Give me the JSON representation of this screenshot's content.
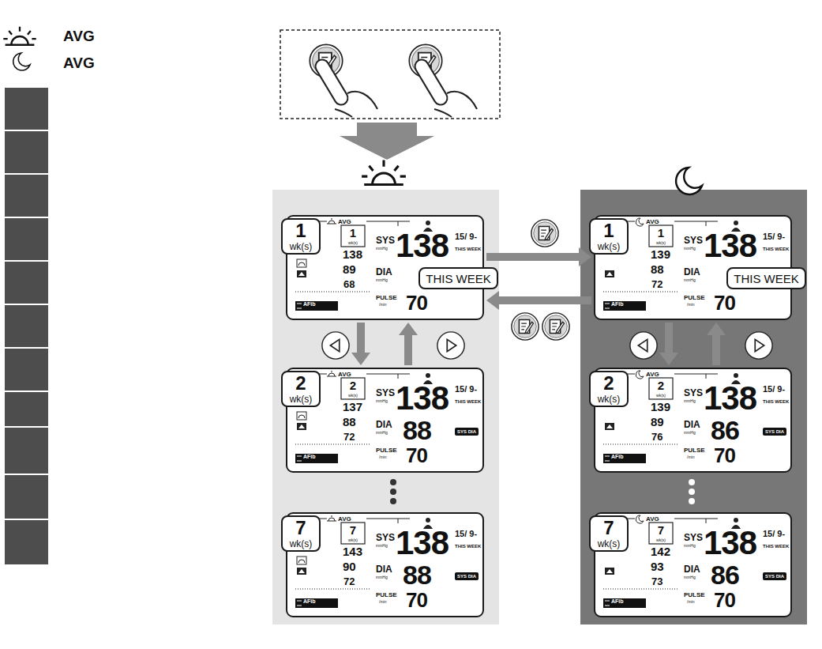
{
  "diagram": {
    "nodes": [
      {
        "text": [
          "AVG",
          "1",
          "wk(s)",
          "138",
          "89",
          "68",
          "SYS",
          "mmHg",
          "138",
          "15/ 9-",
          "THIS WEEK",
          "DIA",
          "mmHg",
          "PULSE",
          "/min",
          "70",
          "AFib"
        ]
      },
      {
        "text": [
          "1",
          "wk(s)"
        ]
      },
      {
        "text": [
          "THIS WEEK"
        ]
      },
      {
        "text": [
          "AVG",
          "2",
          "wk(s)",
          "137",
          "88",
          "72",
          "SYS",
          "mmHg",
          "138",
          "15/ 9-",
          "THIS WEEK",
          "DIA",
          "mmHg",
          "PULSE",
          "/min",
          "70",
          "AFib",
          "88",
          "SYS DIA"
        ]
      },
      {
        "text": [
          "2",
          "wk(s)"
        ]
      },
      {
        "text": [
          "AVG",
          "7",
          "wk(s)",
          "143",
          "90",
          "72",
          "SYS",
          "mmHg",
          "138",
          "15/ 9-",
          "THIS WEEK",
          "DIA",
          "mmHg",
          "PULSE",
          "/min",
          "70",
          "AFib",
          "88",
          "SYS DIA"
        ]
      },
      {
        "text": [
          "7",
          "wk(s)"
        ]
      },
      {
        "text": [
          "AVG",
          "1",
          "wk(s)",
          "139",
          "88",
          "72",
          "SYS",
          "mmHg",
          "138",
          "15/ 9-",
          "THIS WEEK",
          "DIA",
          "mmHg",
          "PULSE",
          "/min",
          "70",
          "AFib"
        ]
      },
      {
        "text": [
          "1",
          "wk(s)"
        ]
      },
      {
        "text": [
          "THIS WEEK"
        ]
      },
      {
        "text": [
          "AVG",
          "2",
          "wk(s)",
          "139",
          "89",
          "76",
          "SYS",
          "mmHg",
          "138",
          "15/ 9-",
          "THIS WEEK",
          "DIA",
          "mmHg",
          "PULSE",
          "/min",
          "70",
          "AFib",
          "86",
          "SYS DIA"
        ]
      },
      {
        "text": [
          "2",
          "wk(s)"
        ]
      },
      {
        "text": [
          "AVG",
          "7",
          "wk(s)",
          "142",
          "93",
          "73",
          "SYS",
          "mmHg",
          "138",
          "15/ 9-",
          "THIS WEEK",
          "DIA",
          "mmHg",
          "PULSE",
          "/min",
          "70",
          "AFib",
          "86",
          "SYS DIA"
        ]
      },
      {
        "text": [
          "7",
          "wk(s)"
        ]
      }
    ],
    "edges": [
      {
        "from": 0,
        "to": 7,
        "arrow": "to"
      },
      {
        "from": 7,
        "to": 0,
        "arrow": "to"
      },
      {
        "from": 0,
        "to": 3,
        "arrow": "to"
      },
      {
        "from": 3,
        "to": 0,
        "arrow": "to"
      },
      {
        "from": 7,
        "to": 10,
        "arrow": "to"
      },
      {
        "from": 10,
        "to": 7,
        "arrow": "to"
      }
    ],
    "labels": [
      "AVG",
      "AVG"
    ]
  }
}
